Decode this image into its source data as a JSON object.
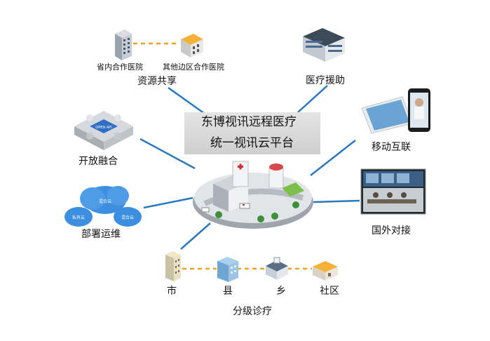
{
  "center": {
    "title_line1": "东博视讯远程医疗",
    "title_line2": "统一视讯云平台"
  },
  "nodes": {
    "resource_sharing": {
      "label": "资源共享",
      "provincial_hospital": "省内合作医院",
      "other_border_hospital": "其他边区合作医院"
    },
    "medical_aid": {
      "label": "医疗援助"
    },
    "mobile_internet": {
      "label": "移动互联"
    },
    "open_integration": {
      "label": "开放融合",
      "puzzle_text": "OPEN API"
    },
    "international": {
      "label": "国外对接"
    },
    "deployment_ops": {
      "label": "部署运维",
      "cloud_main": "混合云",
      "cloud_private": "私有云",
      "cloud_hybrid": "混合云"
    },
    "tiered_care": {
      "label": "分级诊疗",
      "city": "市",
      "county": "县",
      "township": "乡",
      "community": "社区"
    }
  },
  "colors": {
    "connector": "#2a78c0",
    "dashed": "#f0a020",
    "box": "#d8d8d8",
    "cloud": "#3b8ee0",
    "puzzle": "#2f6fc4"
  }
}
